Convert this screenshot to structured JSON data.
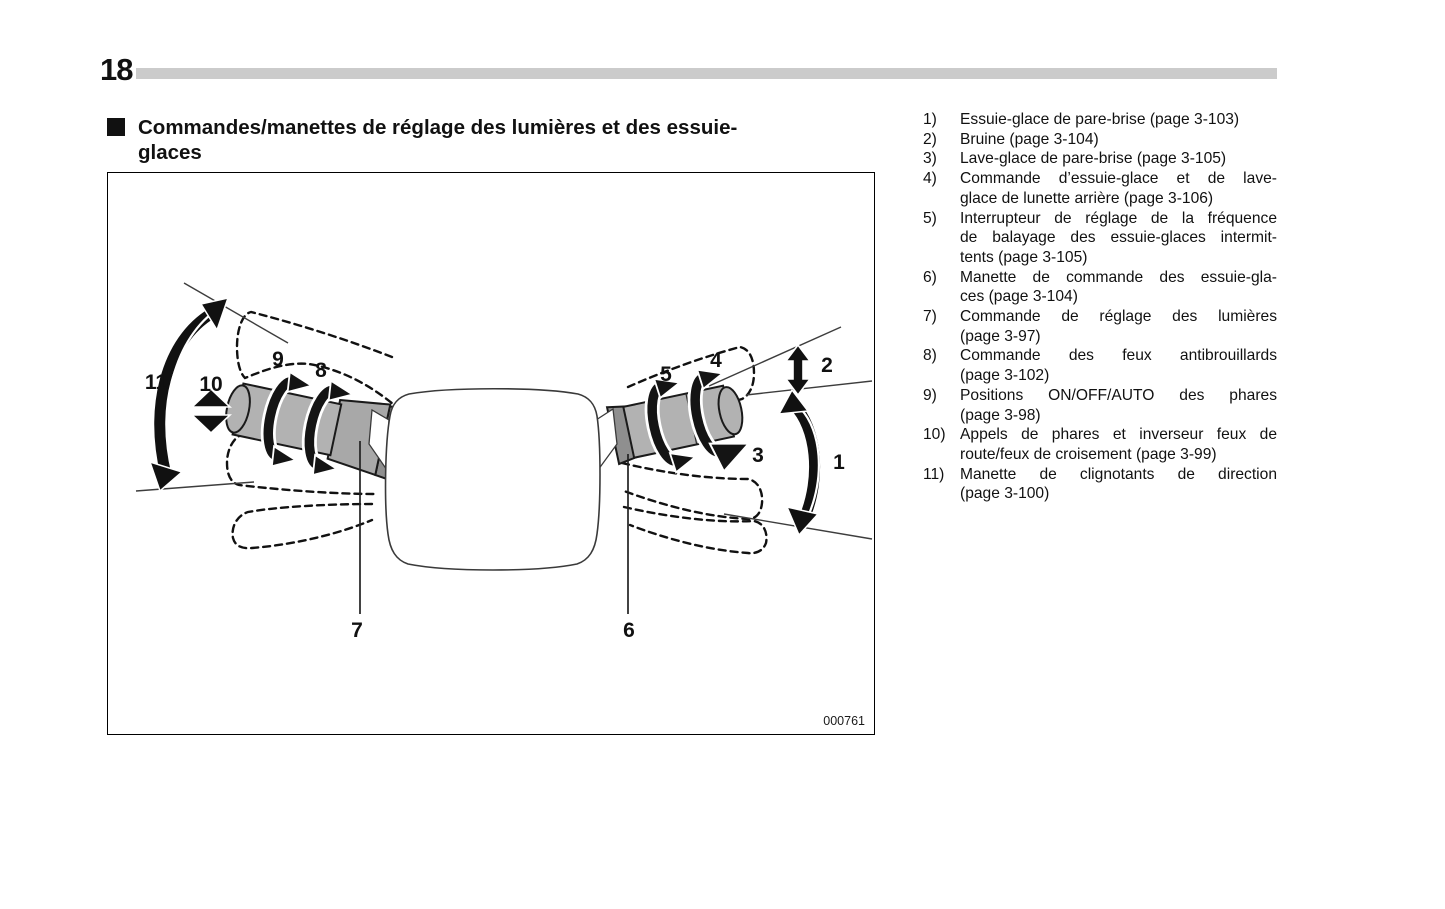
{
  "page": {
    "number": "18",
    "background_color": "#ffffff",
    "header_bar_color": "#cbcbcb",
    "ink_color": "#111111"
  },
  "heading": {
    "bullet": "square-bullet",
    "line1": "Commandes/manettes de réglage des lumières et des essuie-",
    "line2": "glaces"
  },
  "figure": {
    "code": "000761",
    "description": "steering-column-with-control-stalks-diagram",
    "lever_color": "#b2b2b2",
    "lever_dark_color": "#8f8f8f",
    "labels": [
      "1",
      "2",
      "3",
      "4",
      "5",
      "6",
      "7",
      "8",
      "9",
      "10",
      "11"
    ]
  },
  "legend": {
    "items": [
      {
        "num": "1)",
        "lines": [
          "Essuie-glace de pare-brise (page 3-103)"
        ]
      },
      {
        "num": "2)",
        "lines": [
          "Bruine (page 3-104)"
        ]
      },
      {
        "num": "3)",
        "lines": [
          "Lave-glace de pare-brise (page 3-105)"
        ]
      },
      {
        "num": "4)",
        "lines": [
          "Commande d’essuie-glace et de lave-",
          "glace de lunette arrière (page 3-106)"
        ]
      },
      {
        "num": "5)",
        "lines": [
          "Interrupteur de réglage de la fréquence",
          "de balayage des essuie-glaces intermit-",
          "tents (page 3-105)"
        ]
      },
      {
        "num": "6)",
        "lines": [
          "Manette de commande des essuie-gla-",
          "ces (page 3-104)"
        ]
      },
      {
        "num": "7)",
        "lines": [
          "Commande de réglage des lumières",
          "(page 3-97)"
        ]
      },
      {
        "num": "8)",
        "lines": [
          "Commande des feux antibrouillards",
          "(page 3-102)"
        ]
      },
      {
        "num": "9)",
        "lines": [
          "Positions ON/OFF/AUTO des phares",
          "(page 3-98)"
        ]
      },
      {
        "num": "10)",
        "lines": [
          "Appels de phares et inverseur feux de",
          "route/feux de croisement (page 3-99)"
        ]
      },
      {
        "num": "11)",
        "lines": [
          "Manette de clignotants de direction",
          "(page 3-100)"
        ]
      }
    ]
  }
}
